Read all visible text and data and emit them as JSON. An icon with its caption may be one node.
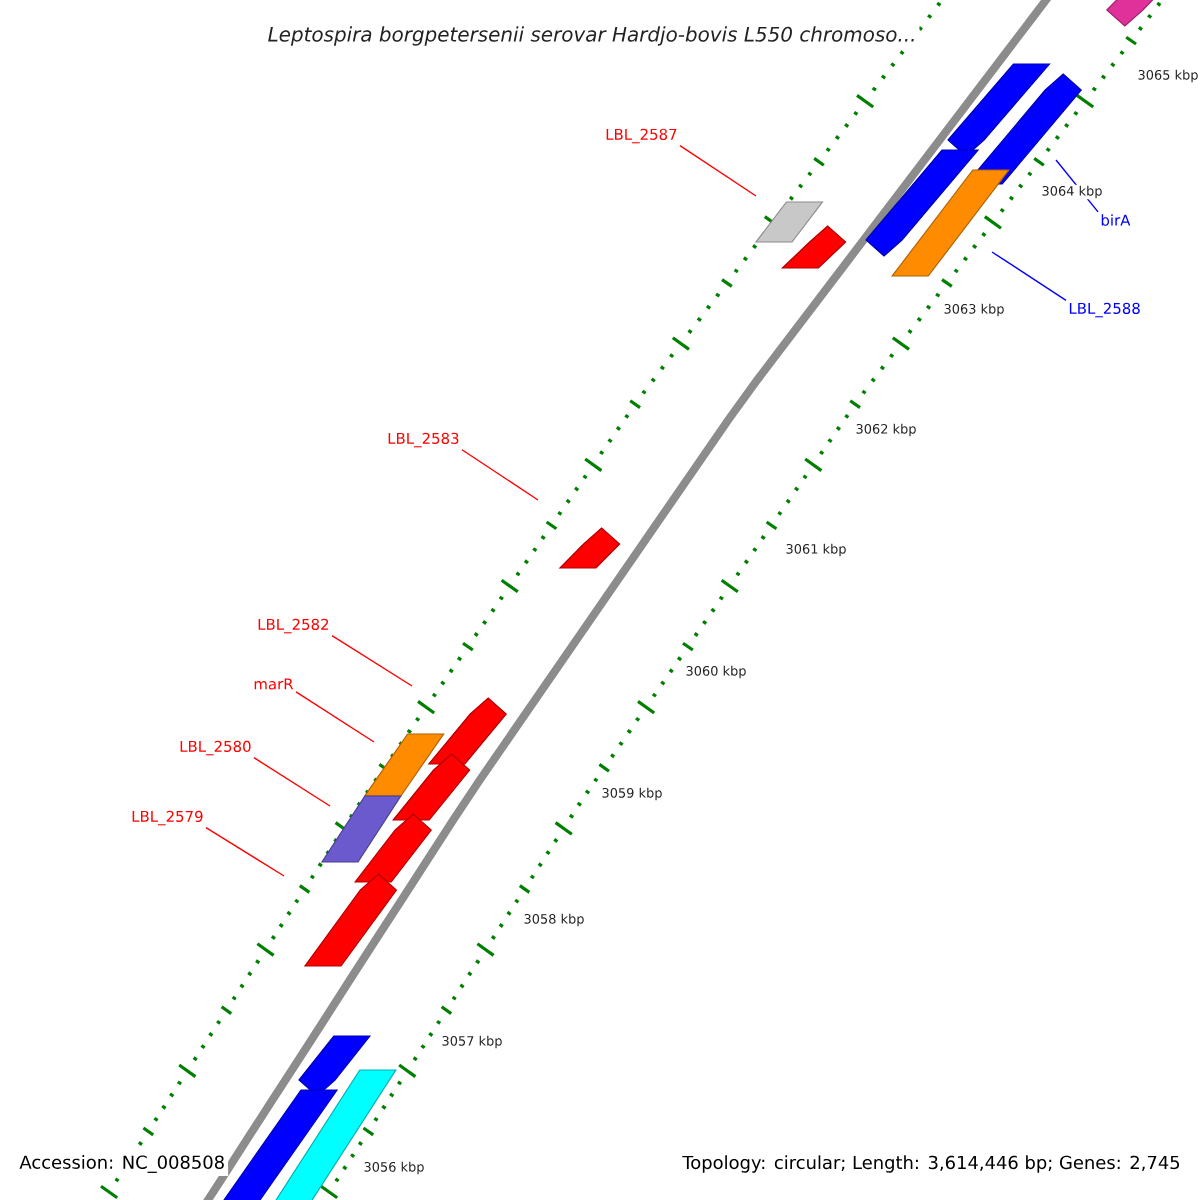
{
  "diagram": {
    "title": "Leptospira borgpetersenii serovar Hardjo-bovis L550 chromoso...",
    "nodes": [
      {
        "text": [
          "LBL_2587"
        ]
      },
      {
        "text": [
          "birA"
        ]
      },
      {
        "text": [
          "LBL_2588"
        ]
      },
      {
        "text": [
          "LBL_2583"
        ]
      },
      {
        "text": [
          "LBL_2582"
        ]
      },
      {
        "text": [
          "marR"
        ]
      },
      {
        "text": [
          "LBL_2580"
        ]
      },
      {
        "text": [
          "LBL_2579"
        ]
      }
    ],
    "edges": [
      {
        "from": 0,
        "to": null,
        "arrow": "none"
      },
      {
        "from": 1,
        "to": null,
        "arrow": "none",
        "color": "#0000ff"
      },
      {
        "from": 2,
        "to": null,
        "arrow": "none",
        "color": "#0000ff"
      },
      {
        "from": 3,
        "to": null,
        "arrow": "none"
      },
      {
        "from": 4,
        "to": null,
        "arrow": "none"
      },
      {
        "from": 5,
        "to": null,
        "arrow": "none"
      },
      {
        "from": 6,
        "to": null,
        "arrow": "none"
      },
      {
        "from": 7,
        "to": null,
        "arrow": "none"
      }
    ],
    "labels": [
      "3065 kbp",
      "3064 kbp",
      "3063 kbp",
      "3062 kbp",
      "3061 kbp",
      "3060 kbp",
      "3059 kbp",
      "3058 kbp",
      "3057 kbp",
      "3056 kbp",
      "Accession: NC_008508",
      "Topology: circular; Length: 3,614,446 bp; Genes: 2,745"
    ]
  }
}
